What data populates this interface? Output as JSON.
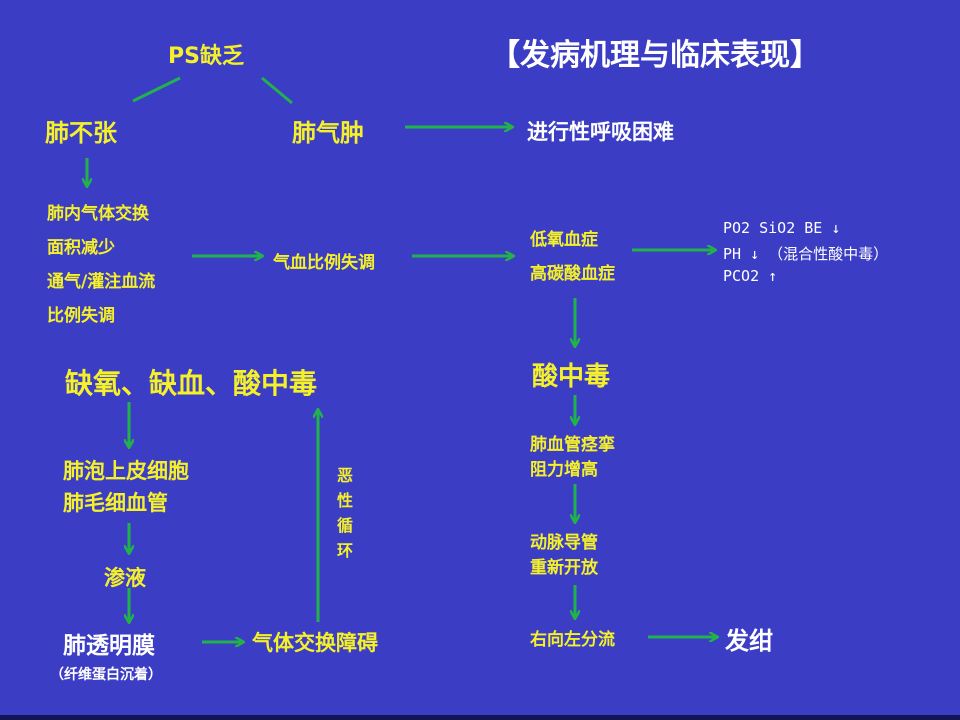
{
  "title": "【发病机理与临床表现】",
  "ps_deficiency": "PS缺乏",
  "atelectasis": "肺不张",
  "emphysema": "肺气肿",
  "progressive_dyspnea": "进行性呼吸困难",
  "exchange_area_lines": [
    "肺内气体交换",
    "面积减少",
    "通气/灌注血流",
    "比例失调"
  ],
  "va_mismatch": "气血比例失调",
  "hypoxemia": "低氧血症",
  "hypercapnia": "高碳酸血症",
  "blood_gas_lines": [
    "PO2 SiO2 BE ↓",
    "PH ↓ （混合性酸中毒）",
    "PCO2 ↑"
  ],
  "acidosis": "酸中毒",
  "hypoxia_ischemia_acidosis": "缺氧、缺血、酸中毒",
  "alveolar_capillary_lines": [
    "肺泡上皮细胞",
    "肺毛细血管"
  ],
  "exudation": "渗液",
  "hyaline_membrane": "肺透明膜",
  "fibrin_deposit": "（纤维蛋白沉着）",
  "gas_exchange_disorder": "气体交换障碍",
  "vicious_cycle_chars": [
    "恶",
    "性",
    "循",
    "环"
  ],
  "pulm_vasospasm_lines": [
    "肺血管痉挛",
    "阻力增高"
  ],
  "ductus_reopen_lines": [
    "动脉导管",
    "重新开放"
  ],
  "right_left_shunt": "右向左分流",
  "cyanosis": "发绀",
  "colors": {
    "background": "#3b3dc4",
    "text_yellow": "#f4f02a",
    "text_white": "#ffffff",
    "arrow_green": "#22b24c"
  }
}
